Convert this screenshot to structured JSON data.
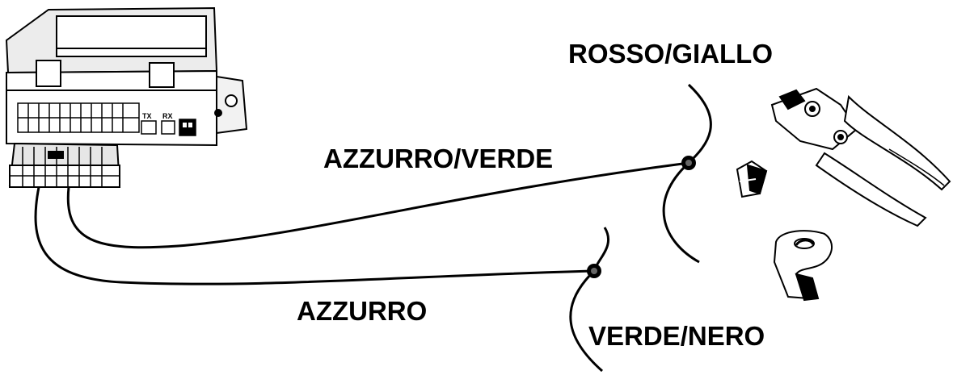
{
  "labels": {
    "rosso_giallo": "ROSSO/GIALLO",
    "azzurro_verde": "AZZURRO/VERDE",
    "azzurro": "AZZURRO",
    "verde_nero": "VERDE/NERO"
  },
  "module": {
    "tx_label": "TX",
    "rx_label": "RX"
  },
  "colors": {
    "line": "#000000",
    "background": "#ffffff",
    "shade": "#cfcfcf"
  },
  "icons": [
    "control-module-icon",
    "wire-connector-icon",
    "splice-clip-icon",
    "crimping-pliers-icon",
    "insulating-tape-icon"
  ]
}
